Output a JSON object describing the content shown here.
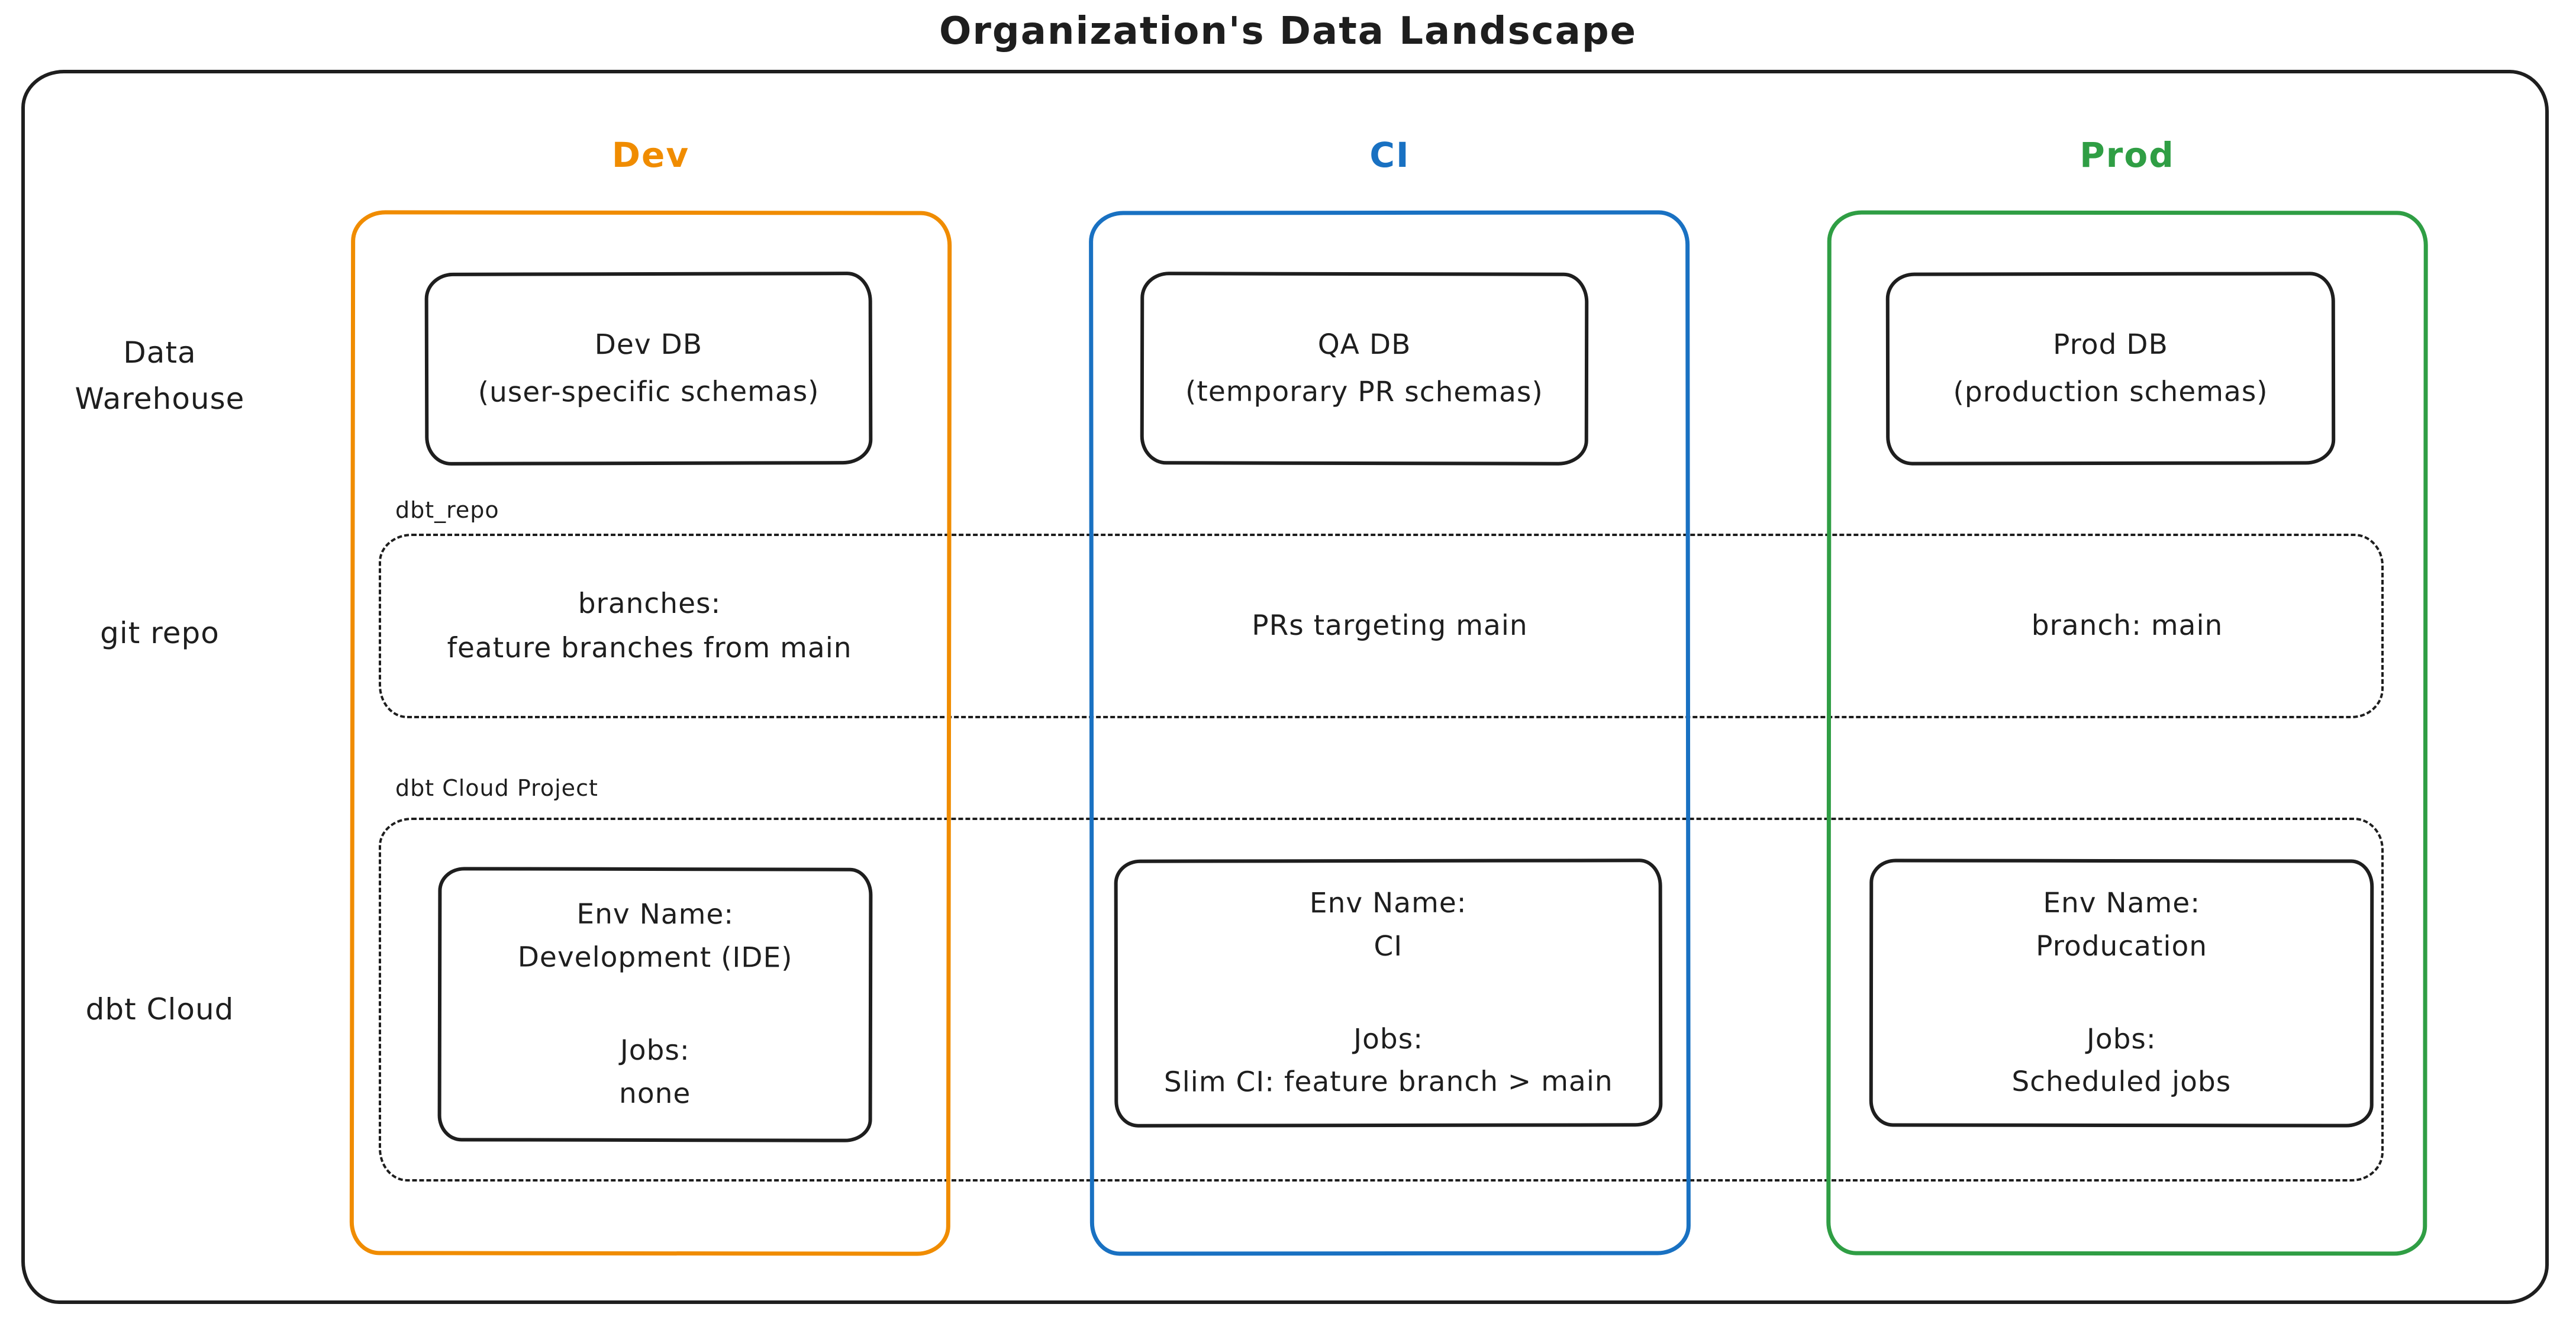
{
  "title": "Organization's Data Landscape",
  "colors": {
    "ink": "#1e1e1e",
    "dev_accent": "#f08c00",
    "ci_accent": "#1971c2",
    "prod_accent": "#2f9e44",
    "background": "#ffffff"
  },
  "row_labels": {
    "warehouse_line1": "Data",
    "warehouse_line2": "Warehouse",
    "git": "git repo",
    "dbt": "dbt Cloud"
  },
  "group_labels": {
    "repo": "dbt_repo",
    "project": "dbt Cloud Project"
  },
  "columns": [
    {
      "header": "Dev",
      "db": {
        "title": "Dev DB",
        "subtitle": "(user-specific schemas)"
      },
      "git": {
        "line1": "branches:",
        "line2": "feature branches from main"
      },
      "env": {
        "name_label": "Env Name:",
        "name": "Development (IDE)",
        "jobs_label": "Jobs:",
        "jobs": "none"
      }
    },
    {
      "header": "CI",
      "db": {
        "title": "QA DB",
        "subtitle": "(temporary PR schemas)"
      },
      "git": {
        "line1": "PRs targeting main",
        "line2": ""
      },
      "env": {
        "name_label": "Env Name:",
        "name": "CI",
        "jobs_label": "Jobs:",
        "jobs": "Slim CI: feature branch > main"
      }
    },
    {
      "header": "Prod",
      "db": {
        "title": "Prod DB",
        "subtitle": "(production schemas)"
      },
      "git": {
        "line1": "branch: main",
        "line2": ""
      },
      "env": {
        "name_label": "Env Name:",
        "name": "Producation",
        "jobs_label": "Jobs:",
        "jobs": "Scheduled jobs"
      }
    }
  ]
}
